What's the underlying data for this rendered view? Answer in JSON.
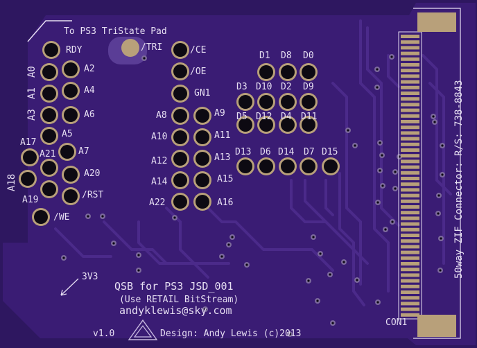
{
  "board": {
    "colors": {
      "substrate": "#3a1c74",
      "trace": "#4b2a8a",
      "silk": "#e6def2",
      "pad": "#b8a07a",
      "hole": "#0d0a12"
    },
    "header_title": "To PS3 TriState Pad",
    "main_title": "QSB for PS3 JSD_001",
    "subtitle": "(Use RETAIL BitStream)",
    "email": "andyklewis@sky.com",
    "version": "v1.0",
    "credit": "Design: Andy Lewis (c)2013",
    "power_label": "3V3",
    "connector_label": "50way ZIF Connector: R/S: 738-8843",
    "connector_ref": "CON1",
    "logo": "andy-lewis-triangle-logo"
  },
  "pads": {
    "left": [
      "RDY",
      "A2",
      "A0",
      "A4",
      "A1",
      "A6",
      "A3",
      "A5",
      "A17",
      "A7",
      "A21",
      "A18",
      "A20",
      "A19",
      "/RST",
      "/WE"
    ],
    "tri": "/TRI",
    "middle": [
      "/CE",
      "/OE",
      "GN1",
      "A8",
      "A9",
      "A10",
      "A11",
      "A12",
      "A13",
      "A14",
      "A15",
      "A22",
      "A16"
    ],
    "data": [
      "D1",
      "D8",
      "D0",
      "D3",
      "D10",
      "D2",
      "D9",
      "D5",
      "D12",
      "D4",
      "D11",
      "D13",
      "D6",
      "D14",
      "D7",
      "D15"
    ]
  }
}
